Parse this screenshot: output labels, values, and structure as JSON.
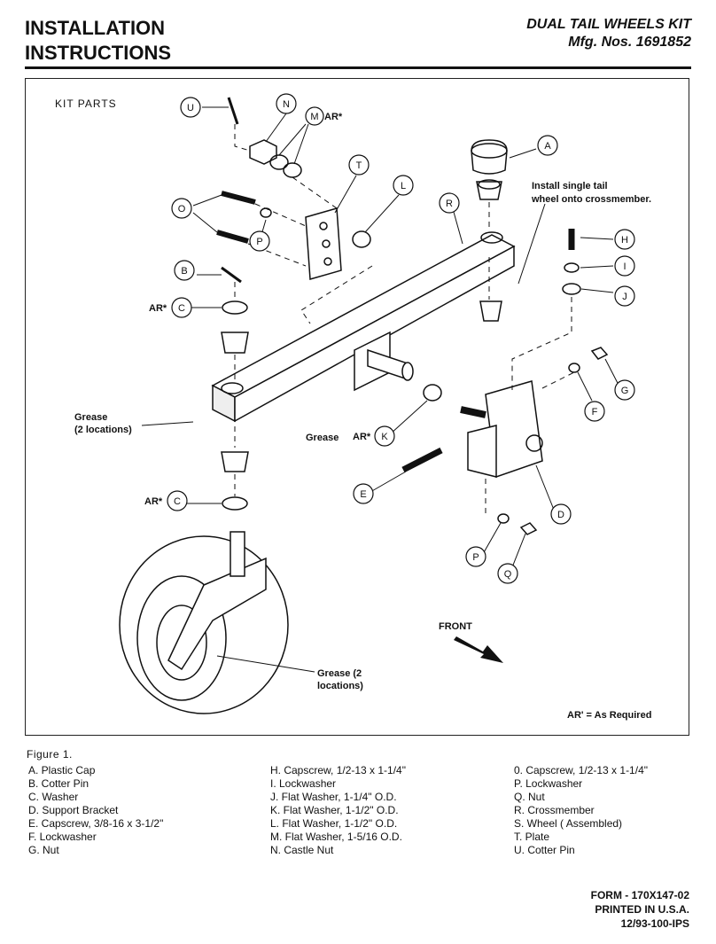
{
  "header": {
    "title_line1": "INSTALLATION",
    "title_line2": "INSTRUCTIONS",
    "kit_line1": "DUAL TAIL WHEELS KIT",
    "kit_line2": "Mfg. Nos. 1691852"
  },
  "diagram": {
    "kit_parts_label": "KIT PARTS",
    "callouts": [
      "U",
      "N",
      "M",
      "T",
      "L",
      "O",
      "P",
      "R",
      "A",
      "H",
      "I",
      "J",
      "B",
      "C",
      "G",
      "F",
      "K",
      "E",
      "D",
      "P",
      "Q",
      "C"
    ],
    "ar_label": "AR*",
    "install_note_line1": "Install single tail",
    "install_note_line2": "wheel onto crossmember.",
    "grease_left_line1": "Grease",
    "grease_left_line2": "(2 locations)",
    "grease_center": "Grease",
    "grease_wheel_line1": "Grease (2",
    "grease_wheel_line2": "locations)",
    "front_label": "FRONT",
    "as_required": "AR' = As Required"
  },
  "figure_label": "Figure 1.",
  "parts_col1": [
    "A. Plastic Cap",
    "B. Cotter Pin",
    "C. Washer",
    "D. Support Bracket",
    "E. Capscrew, 3/8-16 x 3-1/2\"",
    "F. Lockwasher",
    "G. Nut"
  ],
  "parts_col2": [
    "H. Capscrew, 1/2-13 x 1-1/4\"",
    "I. Lockwasher",
    "J. Flat Washer, 1-1/4\" O.D.",
    "K. Flat Washer, 1-1/2\" O.D.",
    "L. Flat Washer, 1-1/2\" O.D.",
    "M. Flat Washer, 1-5/16 O.D.",
    "N. Castle Nut"
  ],
  "parts_col3": [
    "0. Capscrew, 1/2-13 x 1-1/4\"",
    "P. Lockwasher",
    "Q. Nut",
    "R. Crossmember",
    "S. Wheel ( Assembled)",
    "T. Plate",
    "U. Cotter Pin"
  ],
  "footer": {
    "form": "FORM - 170X147-02",
    "printed": "PRINTED IN U.S.A.",
    "code": "12/93-100-IPS"
  }
}
